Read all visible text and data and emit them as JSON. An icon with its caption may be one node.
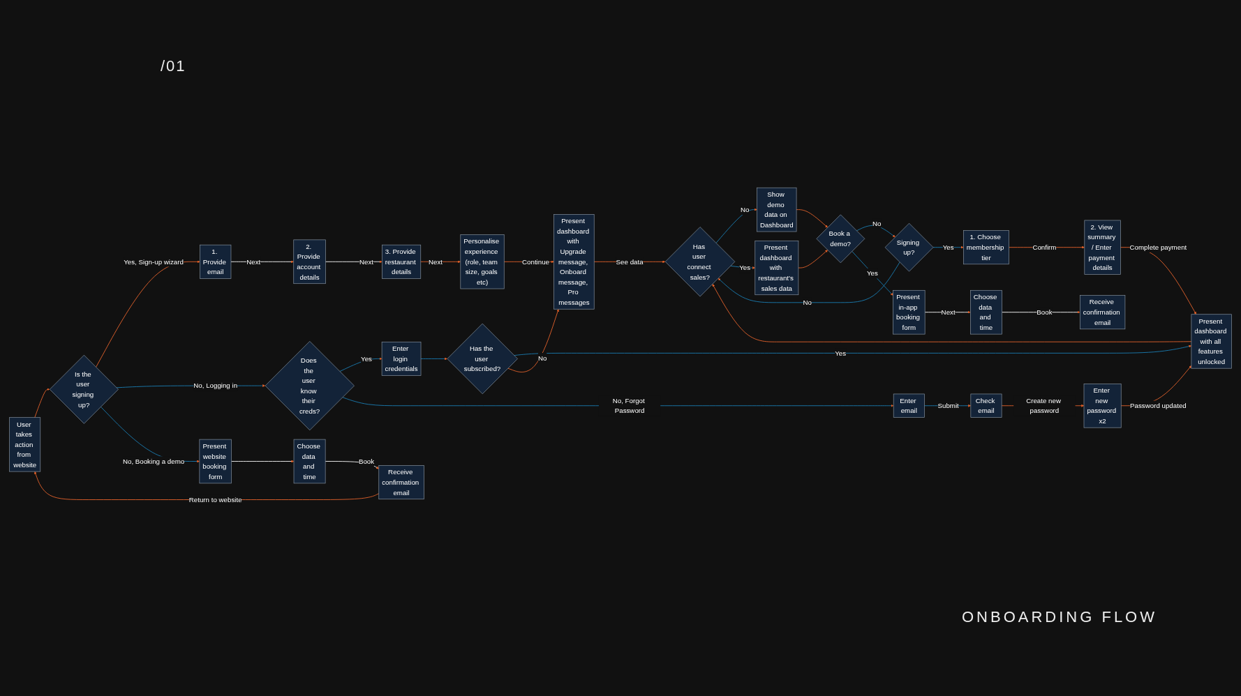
{
  "diagram": {
    "title": "ONBOARDING FLOW",
    "nodes": [
      {
        "text": [
          "1. Provide email"
        ]
      },
      {
        "text": [
          "2. Provide account details"
        ]
      },
      {
        "text": [
          "3. Provide restaurant details"
        ]
      },
      {
        "text": [
          "Personalise experience (role, team size, goals etc)"
        ]
      },
      {
        "text": [
          "Present dashboard with Upgrade message, Onboard message, Pro messages"
        ]
      },
      {
        "text": [
          "Has user connect sales?"
        ]
      },
      {
        "text": [
          "Signing up?"
        ]
      },
      {
        "text": [
          "1. Choose membership tier"
        ]
      },
      {
        "text": [
          "Show demo data on Dashboard"
        ]
      },
      {
        "text": [
          "Book a demo?"
        ]
      },
      {
        "text": [
          "2. View summary / Enter payment details"
        ]
      },
      {
        "text": [
          "Present dashboard with restaurant's sales data"
        ]
      },
      {
        "text": [
          "Present in-app booking form"
        ]
      },
      {
        "text": [
          "Choose data and time"
        ]
      },
      {
        "text": [
          "Receive confirmation email"
        ]
      },
      {
        "text": [
          "Enter login credentials"
        ]
      },
      {
        "text": [
          "Has the user subscribed?"
        ]
      },
      {
        "text": [
          "Present dashboard with all features unlocked"
        ]
      },
      {
        "text": [
          "User takes action from website"
        ]
      },
      {
        "text": [
          "Is the user signing up?"
        ]
      },
      {
        "text": [
          "Does the user know their creds?"
        ]
      },
      {
        "text": [
          "Enter email"
        ]
      },
      {
        "text": [
          "Check email"
        ]
      },
      {
        "text": [
          "Enter new password x2"
        ]
      },
      {
        "text": [
          "Present website booking form"
        ]
      },
      {
        "text": [
          "Choose data and time"
        ]
      },
      {
        "text": [
          "Receive confirmation email"
        ]
      }
    ],
    "edges": [
      {
        "from": 18,
        "to": 19,
        "arrow": "to"
      },
      {
        "from": 19,
        "to": 0,
        "arrow": "to",
        "label": "Yes, Sign-up wizard"
      },
      {
        "from": 0,
        "to": 1,
        "arrow": "to",
        "label": "Next",
        "color": "#ffffff"
      },
      {
        "from": 1,
        "to": 2,
        "arrow": "to",
        "label": "Next",
        "color": "#ffffff"
      },
      {
        "from": 2,
        "to": 3,
        "arrow": "to",
        "label": "Next"
      },
      {
        "from": 3,
        "to": 4,
        "arrow": "to",
        "label": "Continue"
      },
      {
        "from": 4,
        "to": 5,
        "arrow": "to",
        "label": "See data"
      },
      {
        "from": 5,
        "to": 8,
        "arrow": "to",
        "label": "No",
        "color": "#1a7fb5"
      },
      {
        "from": 5,
        "to": 11,
        "arrow": "to",
        "label": "Yes",
        "color": "#1a7fb5"
      },
      {
        "from": 8,
        "to": 9,
        "arrow": "to"
      },
      {
        "from": 11,
        "to": 9,
        "arrow": "to"
      },
      {
        "from": 9,
        "to": 6,
        "arrow": "to",
        "label": "No",
        "color": "#1a7fb5"
      },
      {
        "from": 9,
        "to": 12,
        "arrow": "to",
        "label": "Yes",
        "color": "#1a7fb5"
      },
      {
        "from": 6,
        "to": 5,
        "arrow": "to",
        "label": "No",
        "color": "#1a7fb5"
      },
      {
        "from": 6,
        "to": 7,
        "arrow": "to",
        "label": "Yes",
        "color": "#1a7fb5"
      },
      {
        "from": 7,
        "to": 10,
        "arrow": "to",
        "label": "Confirm"
      },
      {
        "from": 10,
        "to": 17,
        "arrow": "to",
        "label": "Complete payment"
      },
      {
        "from": 12,
        "to": 13,
        "arrow": "to",
        "label": "Next",
        "color": "#ffffff"
      },
      {
        "from": 13,
        "to": 14,
        "arrow": "to",
        "label": "Book",
        "color": "#ffffff"
      },
      {
        "from": 19,
        "to": 20,
        "arrow": "to",
        "label": "No, Logging in",
        "color": "#1a7fb5"
      },
      {
        "from": 19,
        "to": 24,
        "arrow": "to",
        "label": "No, Booking a demo",
        "color": "#1a7fb5"
      },
      {
        "from": 20,
        "to": 15,
        "arrow": "to",
        "label": "Yes",
        "color": "#1a7fb5"
      },
      {
        "from": 20,
        "to": 21,
        "arrow": "to",
        "label": "No, Forgot Password",
        "color": "#1a7fb5"
      },
      {
        "from": 15,
        "to": 16,
        "arrow": "to",
        "color": "#1a7fb5"
      },
      {
        "from": 16,
        "to": 17,
        "arrow": "to",
        "label": "Yes",
        "color": "#1a7fb5"
      },
      {
        "from": 16,
        "to": 4,
        "arrow": "to",
        "label": "No"
      },
      {
        "from": 17,
        "to": 5,
        "arrow": "to"
      },
      {
        "from": 21,
        "to": 22,
        "arrow": "to",
        "label": "Submit",
        "color": "#1a7fb5"
      },
      {
        "from": 22,
        "to": 23,
        "arrow": "to",
        "label": "Create new password"
      },
      {
        "from": 23,
        "to": 17,
        "arrow": "to",
        "label": "Password updated"
      },
      {
        "from": 24,
        "to": 25,
        "arrow": "to",
        "color": "#ffffff"
      },
      {
        "from": 25,
        "to": 26,
        "arrow": "to",
        "label": "Book",
        "color": "#ffffff"
      },
      {
        "from": 26,
        "to": 18,
        "arrow": "to",
        "label": "Return to website"
      }
    ],
    "labels": [
      "/01"
    ]
  }
}
